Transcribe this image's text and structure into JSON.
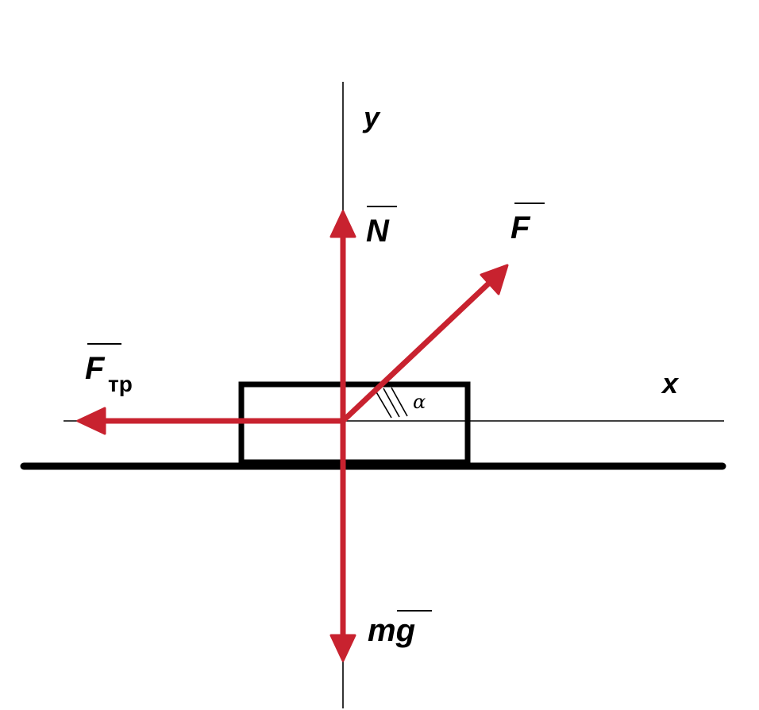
{
  "colors": {
    "force": "#c8222f",
    "line": "#000000",
    "background": "#ffffff"
  },
  "labels": {
    "y_axis": "y",
    "x_axis": "x",
    "normal_force": "N",
    "applied_force": "F",
    "friction_force": "F",
    "friction_subscript": "тр",
    "gravity_force": "mg",
    "angle": "α"
  }
}
